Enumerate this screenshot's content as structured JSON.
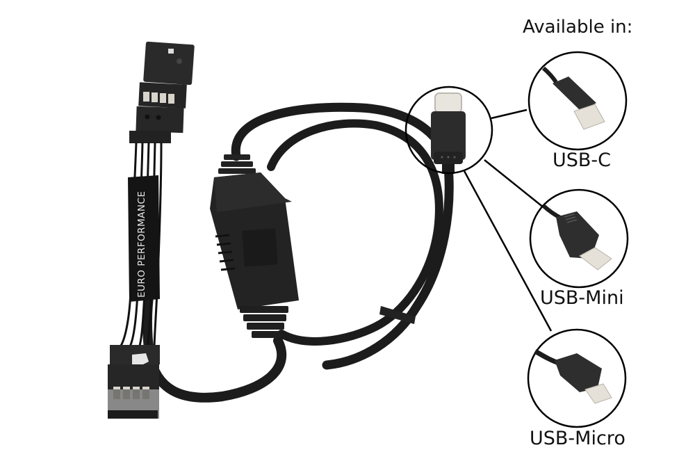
{
  "image": {
    "subject": "Euro Performance adapter cable with 4-pin connectors, inline module, and USB connector",
    "background_color": "#ffffff"
  },
  "callouts": {
    "title": "Available in:",
    "options": [
      {
        "label": "USB-C",
        "icon": "usb-c-connector-icon"
      },
      {
        "label": "USB-Mini",
        "icon": "usb-mini-connector-icon"
      },
      {
        "label": "USB-Micro",
        "icon": "usb-micro-connector-icon"
      }
    ]
  },
  "product": {
    "brand_sleeve_text": "EURO PERFORMANCE",
    "cable_color": "#1c1c1c",
    "connector_color": "#262626",
    "pin_color": "#d8d4cc"
  }
}
